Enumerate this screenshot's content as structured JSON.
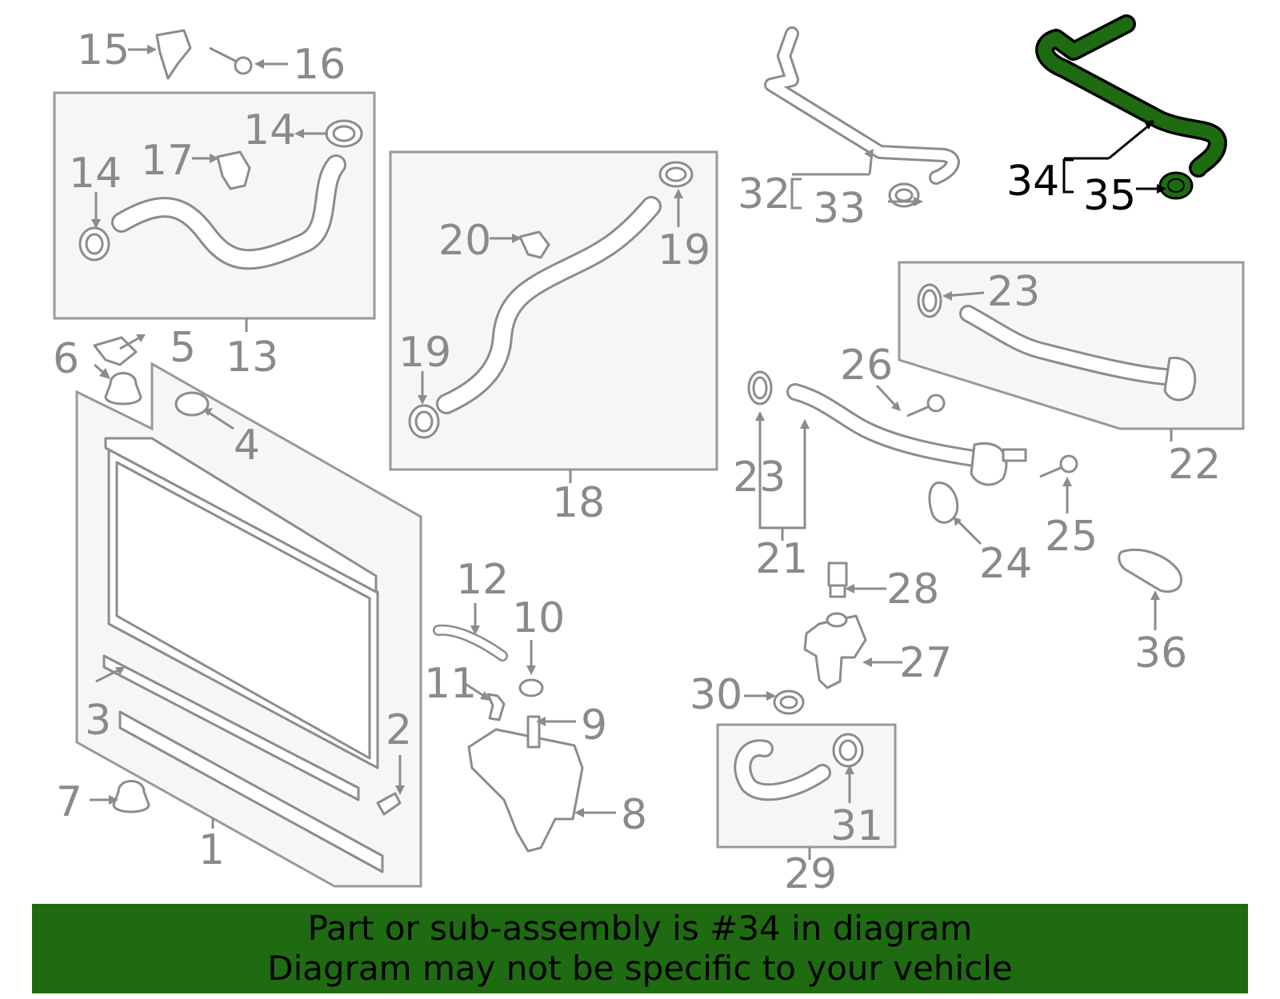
{
  "colors": {
    "highlight": "#1f6b12",
    "banner": "#1f6b12",
    "part_stroke": "#8c8c8c",
    "box_fill": "#f6f6f6"
  },
  "labels": {
    "l1": "1",
    "l2": "2",
    "l3": "3",
    "l4": "4",
    "l5": "5",
    "l6": "6",
    "l7": "7",
    "l8": "8",
    "l9": "9",
    "l10": "10",
    "l11": "11",
    "l12": "12",
    "l13": "13",
    "l14a": "14",
    "l14b": "14",
    "l15": "15",
    "l16": "16",
    "l17": "17",
    "l18": "18",
    "l19a": "19",
    "l19b": "19",
    "l20": "20",
    "l21": "21",
    "l22": "22",
    "l23a": "23",
    "l23b": "23",
    "l24": "24",
    "l25": "25",
    "l26": "26",
    "l27": "27",
    "l28": "28",
    "l29": "29",
    "l30": "30",
    "l31": "31",
    "l32": "32",
    "l33": "33",
    "l34": "34",
    "l35": "35",
    "l36": "36"
  },
  "highlighted_part": "34",
  "banner": {
    "line1": "Part or sub-assembly is #34 in diagram",
    "line2": "Diagram may not be specific to your vehicle"
  }
}
